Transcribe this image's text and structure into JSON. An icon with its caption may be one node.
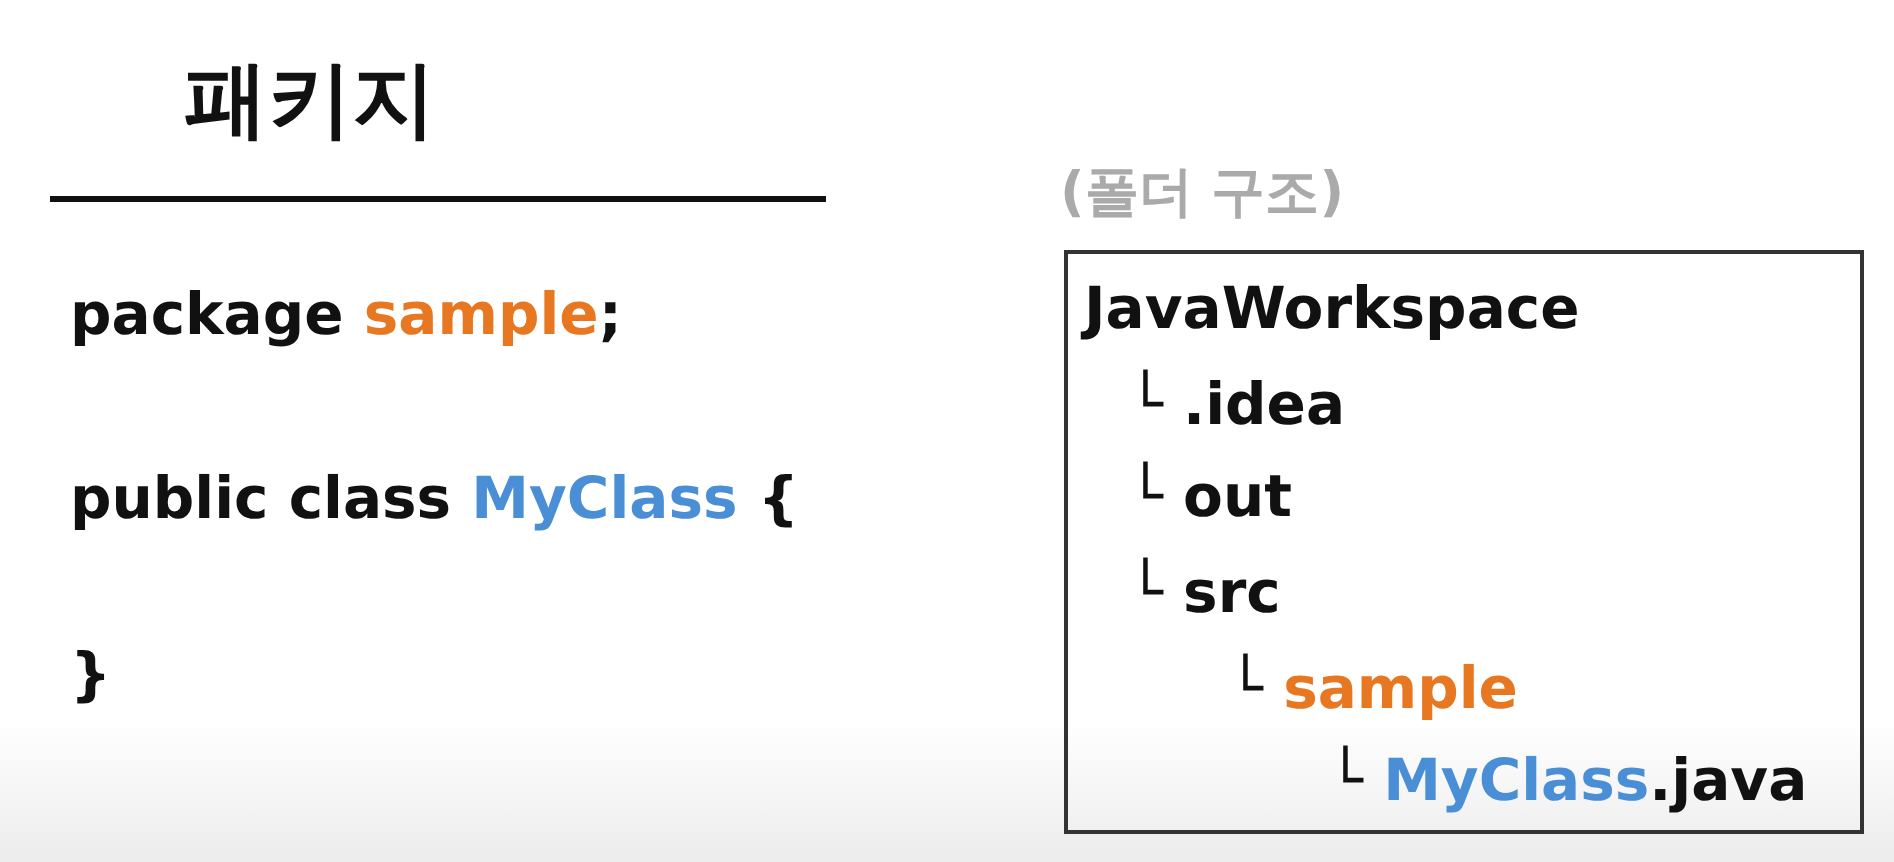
{
  "diagram": {
    "title": "패키지",
    "nodes": [
      {
        "text": [
          "(폴더 구조)"
        ]
      },
      {
        "text": [
          "JavaWorkspace"
        ],
        "in": 0
      },
      {
        "text": [
          "└ .idea"
        ],
        "in": 0
      },
      {
        "text": [
          "└ out"
        ],
        "in": 0
      },
      {
        "text": [
          "└ src"
        ],
        "in": 0
      },
      {
        "text": [
          "└ sample"
        ],
        "in": 0
      },
      {
        "text": [
          "└ MyClass.java"
        ],
        "in": 0
      }
    ],
    "labels": [
      "package sample;",
      "public class MyClass {",
      "}"
    ]
  }
}
